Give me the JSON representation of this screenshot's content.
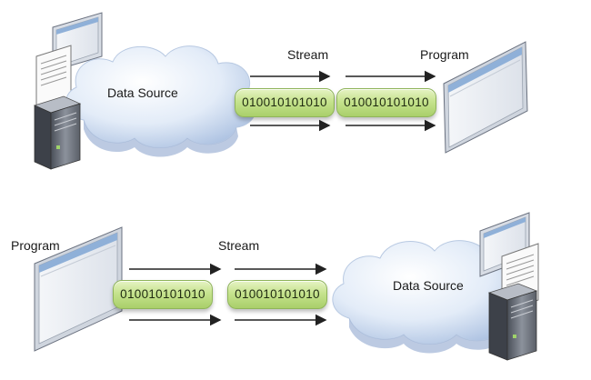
{
  "top": {
    "source_label": "Data Source",
    "stream_label": "Stream",
    "program_label": "Program",
    "packets": [
      "010010101010",
      "010010101010"
    ]
  },
  "bottom": {
    "program_label": "Program",
    "stream_label": "Stream",
    "source_label": "Data Source",
    "packets": [
      "010010101010",
      "010010101010"
    ]
  },
  "icons": {
    "cloud": "cloud-icon",
    "server": "server-tower-icon",
    "document": "document-icon",
    "monitor": "monitor-window-icon",
    "program_window": "program-window-icon",
    "arrow": "arrow-right-icon"
  },
  "colors": {
    "cloud_light": "#f5f8fd",
    "cloud_dark": "#a9bfe0",
    "pill_light": "#e6f3c4",
    "pill_dark": "#a9cf6a",
    "window_bar": "#8fb0d8",
    "arrow": "#222222"
  }
}
